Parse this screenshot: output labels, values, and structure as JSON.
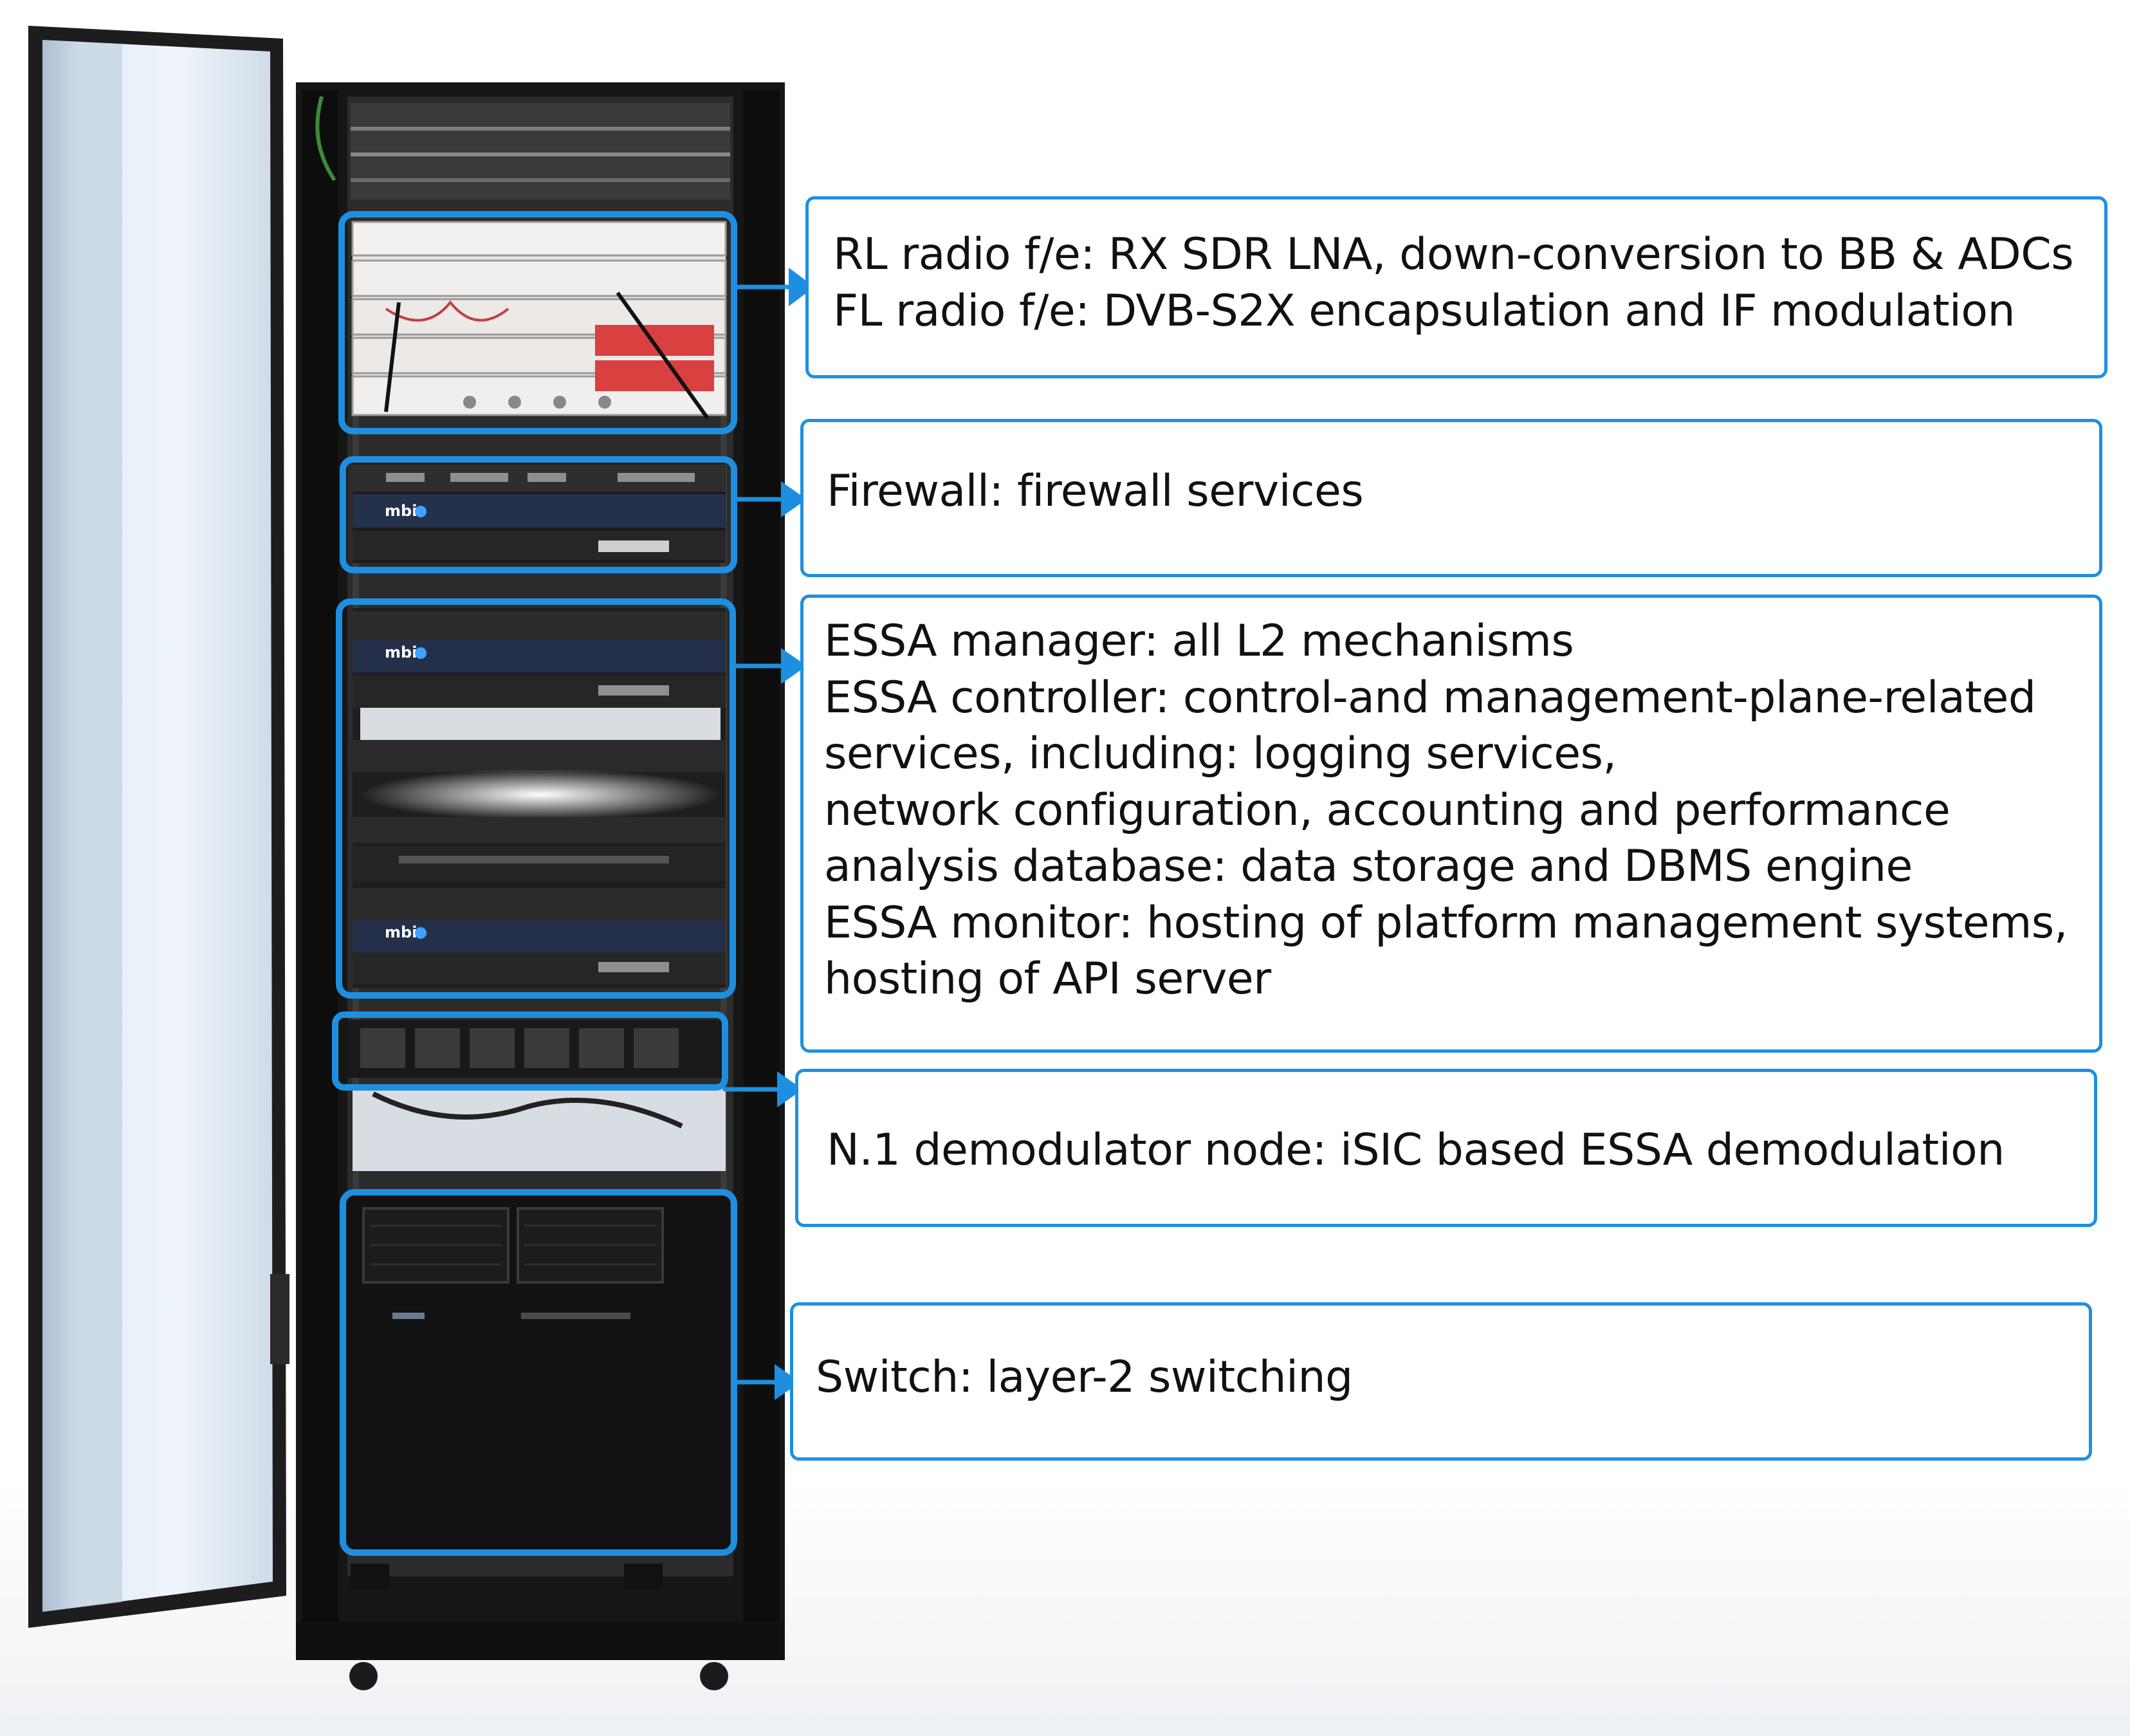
{
  "components": [
    {
      "id": "radio-frontend",
      "lines": [
        "RL radio f/e: RX SDR LNA, down-conversion to BB & ADCs",
        "FL radio f/e: DVB-S2X encapsulation and IF modulation"
      ]
    },
    {
      "id": "firewall",
      "lines": [
        "Firewall: firewall services"
      ]
    },
    {
      "id": "essa-servers",
      "lines": [
        "ESSA manager: all L2 mechanisms",
        "ESSA controller: control-and management-plane-related",
        "services, including: logging services,",
        "network configuration, accounting and performance",
        "analysis database:  data storage and DBMS engine",
        "ESSA monitor: hosting of platform management systems,",
        "hosting of API server"
      ]
    },
    {
      "id": "demodulator",
      "lines": [
        "N.1 demodulator node: iSIC based ESSA demodulation"
      ]
    },
    {
      "id": "switch",
      "lines": [
        "Switch:  layer-2 switching"
      ]
    }
  ],
  "equipment_logos": [
    "mbi",
    "mbi",
    "mbi"
  ],
  "colors": {
    "highlight": "#1e8fe0",
    "rack": "#141414",
    "door_glass": "#dbe7f3"
  }
}
